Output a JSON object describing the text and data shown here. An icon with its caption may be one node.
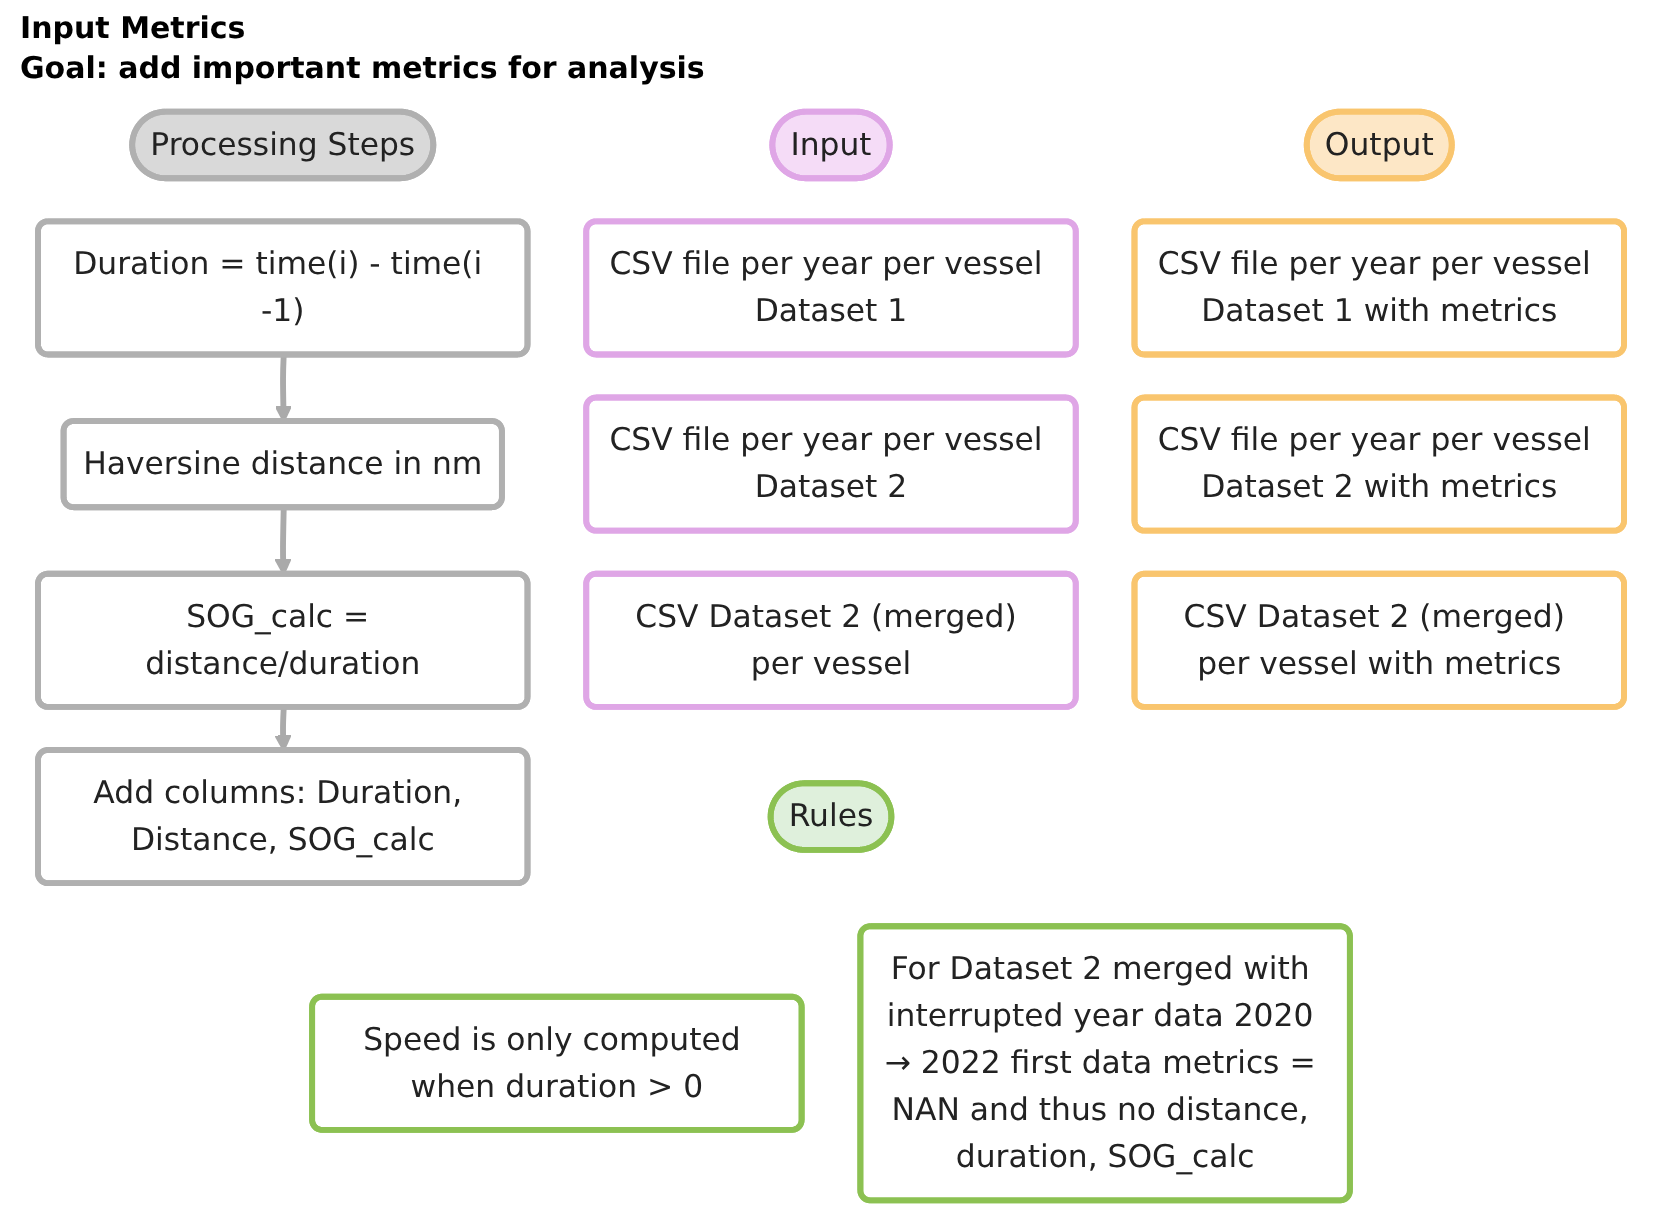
{
  "diagram": {
    "title": "Input Metrics",
    "nodes": [
      {
        "text": [
          "Input"
        ]
      },
      {
        "text": [
          "Processing Steps"
        ]
      },
      {
        "text": [
          "Output"
        ]
      },
      {
        "text": [
          "CSV file per year per vessel Dataset 1"
        ]
      },
      {
        "text": [
          "CSV file per year per vessel Dataset 2"
        ]
      },
      {
        "text": [
          "CSV Dataset 2 (merged) per vessel"
        ]
      },
      {
        "text": [
          "Duration = time(i) - time(i -1)"
        ]
      },
      {
        "text": [
          "Haversine distance in nm"
        ]
      },
      {
        "text": [
          "SOG_calc = distance/duration"
        ]
      },
      {
        "text": [
          "Add columns: Duration, Distance, SOG_calc"
        ]
      },
      {
        "text": [
          "CSV file per year per vessel Dataset 1 with metrics"
        ]
      },
      {
        "text": [
          "CSV file per year per vessel Dataset 2 with metrics"
        ]
      },
      {
        "text": [
          "CSV Dataset 2 (merged) per vessel with metrics"
        ]
      },
      {
        "text": [
          "Rules"
        ]
      },
      {
        "text": [
          "Speed is only computed when duration > 0"
        ]
      },
      {
        "text": [
          "For Dataset 2 merged with interrupted year data 2020 → 2022 first data metrics = NAN and thus no distance, duration, SOG_calc"
        ]
      }
    ],
    "edges": [
      {
        "from": 6,
        "to": 7,
        "arrow": "to"
      },
      {
        "from": 7,
        "to": 8,
        "arrow": "to"
      },
      {
        "from": 8,
        "to": 9,
        "arrow": "to"
      }
    ],
    "labels": [
      "Goal: add important metrics for analysis"
    ]
  }
}
